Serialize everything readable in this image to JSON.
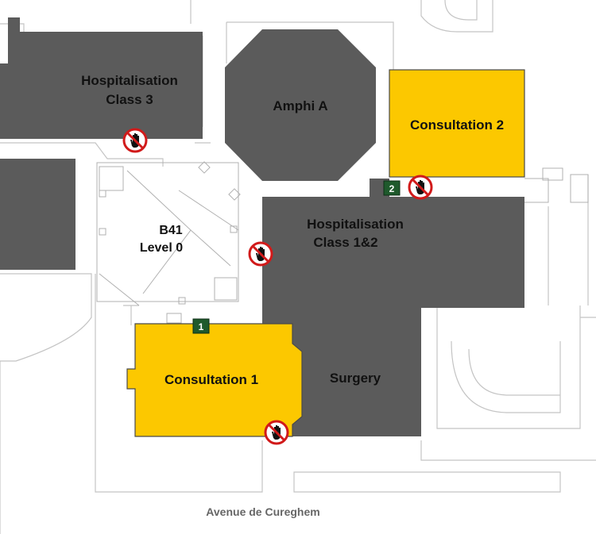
{
  "map": {
    "street": "Avenue de Cureghem",
    "labels": {
      "hosp3_line1": "Hospitalisation",
      "hosp3_line2": "Class 3",
      "amphi": "Amphi A",
      "consult2": "Consultation 2",
      "b41_line1": "B41",
      "b41_line2": "Level 0",
      "hosp12_line1": "Hospitalisation",
      "hosp12_line2": "Class 1&2",
      "consult1": "Consultation 1",
      "surgery": "Surgery"
    },
    "entrances": [
      {
        "number": "1"
      },
      {
        "number": "2"
      }
    ],
    "no_entry_signs": 4,
    "colors": {
      "building": "#5b5b5b",
      "consultation": "#fcc800",
      "entrance": "#1f5a2c",
      "no_entry": "#d11a1a"
    }
  }
}
